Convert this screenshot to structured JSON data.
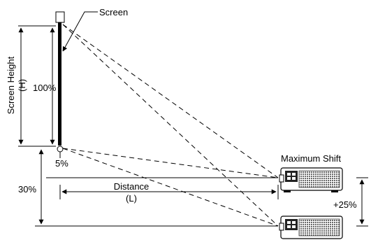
{
  "labels": {
    "screen": "Screen",
    "screen_height_line1": "Screen Height",
    "screen_height_line2": "(H)",
    "pct_100": "100%",
    "pct_5": "5%",
    "pct_30": "30%",
    "distance_line1": "Distance",
    "distance_line2": "(L)",
    "maximum_shift": "Maximum Shift",
    "pct_plus25": "+25%"
  },
  "colors": {
    "line": "#000000",
    "projector_body": "#ffffff",
    "projector_dark": "#222222",
    "projector_grey": "#8c8c8c"
  }
}
